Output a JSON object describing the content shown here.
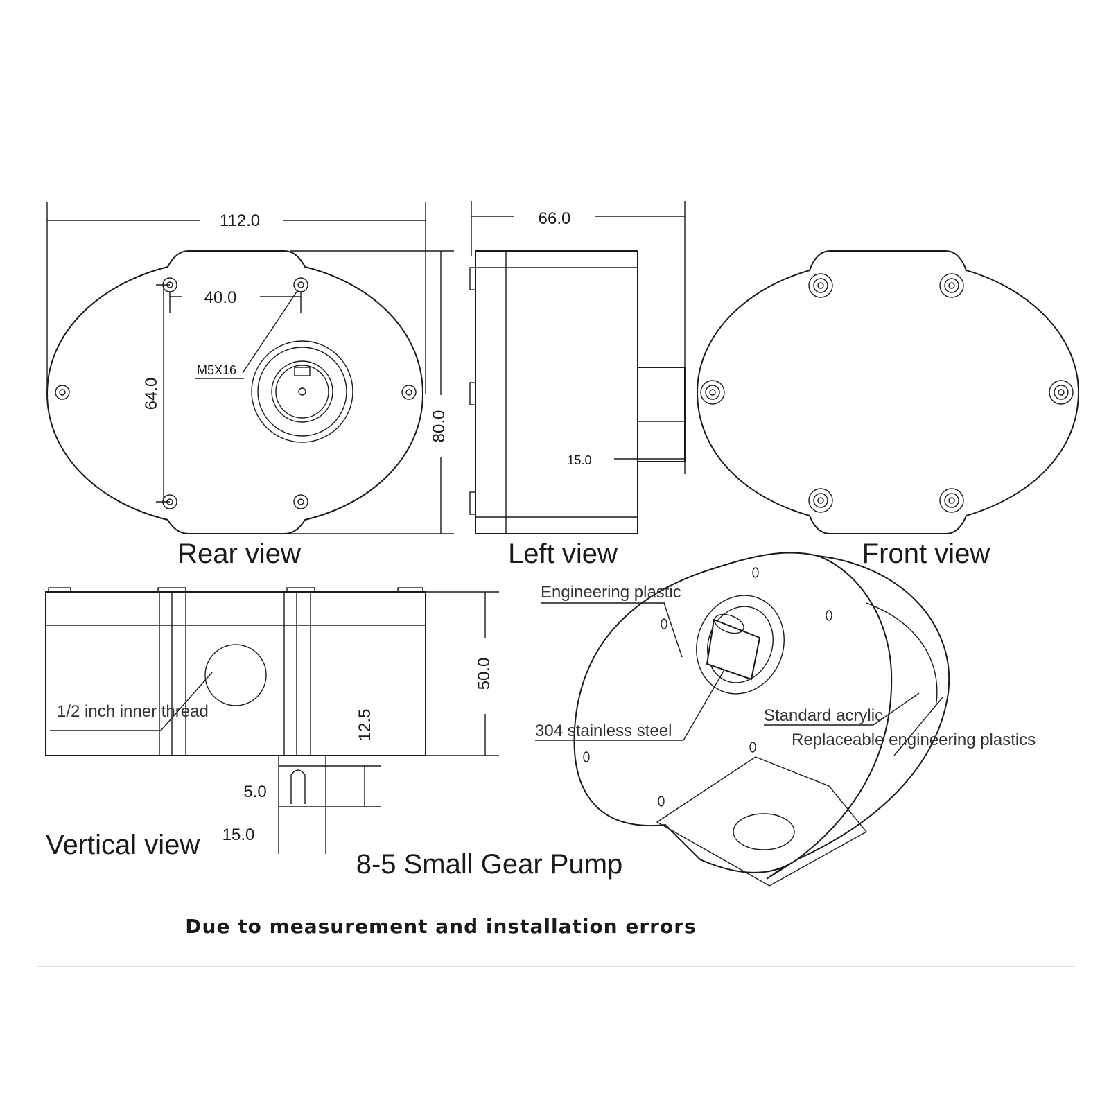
{
  "title": "8-5 Small Gear Pump",
  "note": "Due to measurement and installation errors",
  "views": {
    "rear": "Rear view",
    "left": "Left view",
    "front": "Front view",
    "vertical": "Vertical view"
  },
  "dimensions": {
    "rear_width": "112.0",
    "rear_hole_spacing_x": "40.0",
    "rear_hole_spacing_y": "64.0",
    "screw": "M5X16",
    "height": "80.0",
    "left_depth": "66.0",
    "shaft_length": "15.0",
    "vertical_height": "50.0",
    "port_offset": "12.5",
    "shaft_diameter": "5.0",
    "shaft_length_vertical": "15.0"
  },
  "callouts": {
    "inner_thread": "1/2 inch inner thread",
    "engineering_plastic": "Engineering plastic",
    "stainless": "304 stainless steel",
    "acrylic": "Standard acrylic",
    "replaceable": "Replaceable engineering plastics"
  }
}
